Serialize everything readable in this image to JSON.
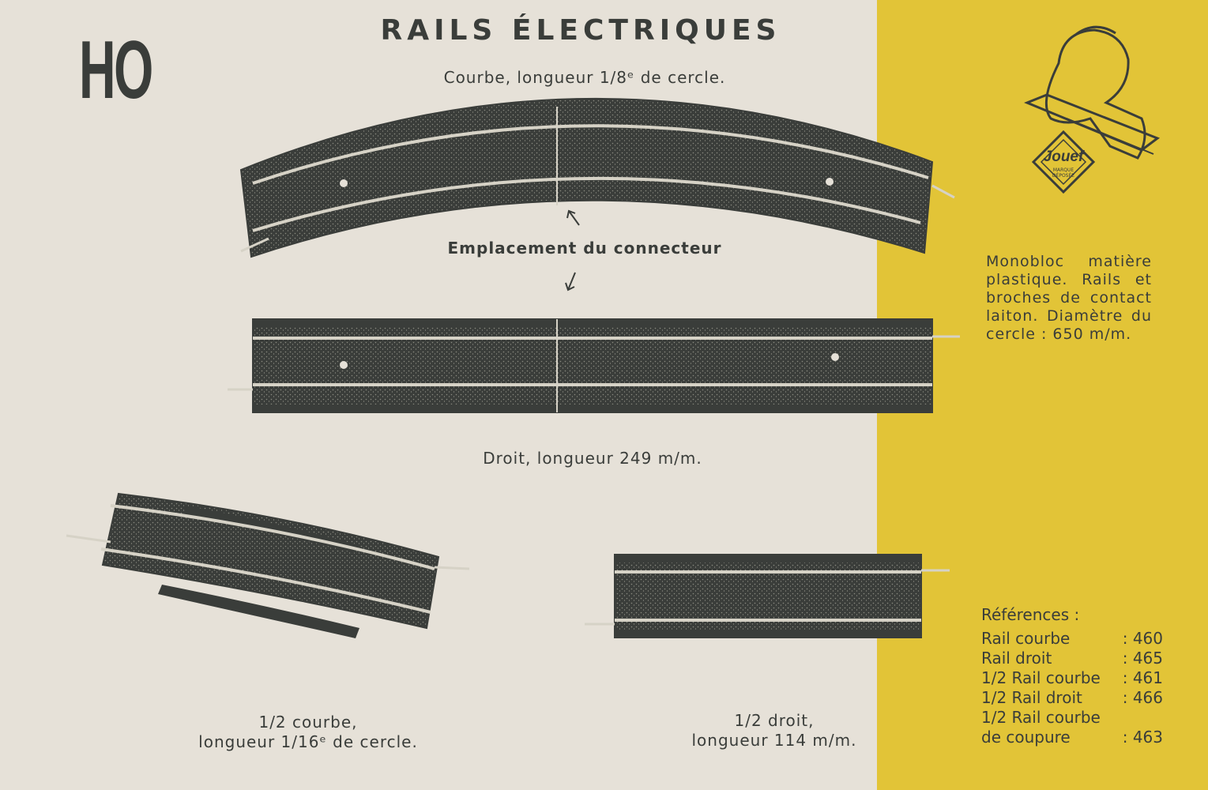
{
  "page": {
    "code": "HO",
    "title": "RAILS ÉLECTRIQUES"
  },
  "captions": {
    "curve": "Courbe, longueur 1/8ᵉ de cercle.",
    "connector": "Emplacement du connecteur",
    "straight": "Droit, longueur 249 m/m.",
    "half_curve_line1": "1/2 courbe,",
    "half_curve_line2": "longueur 1/16ᵉ de cercle.",
    "half_straight_line1": "1/2 droit,",
    "half_straight_line2": "longueur 114 m/m."
  },
  "brand": {
    "name": "Jouef",
    "mark_line1": "MARQUE",
    "mark_line2": "DÉPOSÉE"
  },
  "description": "Monobloc matière plastique. Rails et broches de contact laiton. Diamètre du cercle : 650 m/m.",
  "references": {
    "heading": "Références :",
    "items": [
      {
        "label": "Rail courbe",
        "value": ": 460"
      },
      {
        "label": "Rail droit",
        "value": ": 465"
      },
      {
        "label": "1/2 Rail courbe",
        "value": ": 461"
      },
      {
        "label": "1/2 Rail droit",
        "value": ": 466"
      },
      {
        "label": "1/2 Rail courbe",
        "value": ""
      },
      {
        "label": "de coupure",
        "value": ": 463"
      }
    ]
  },
  "colors": {
    "paper": "#e6e1d8",
    "yellow": "#e2c437",
    "ink": "#3a3d3a"
  }
}
